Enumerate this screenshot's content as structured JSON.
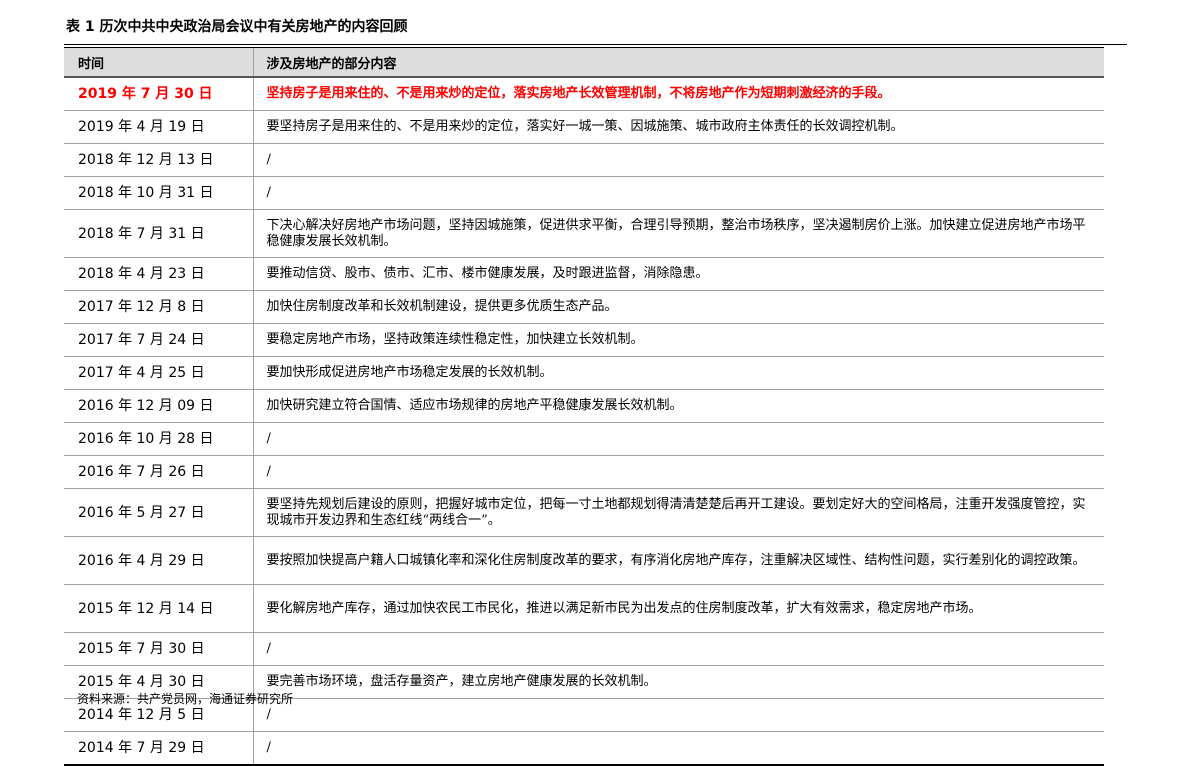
{
  "caption": "表 1 历次中共中央政治局会议中有关房地产的内容回顾",
  "table": {
    "headers": [
      "时间",
      "涉及房地产的部分内容"
    ],
    "rows": [
      {
        "date": "2019 年 7 月 30 日",
        "content": "坚持房子是用来住的、不是用来炒的定位，落实房地产长效管理机制，不将房地产作为短期刺激经济的手段。"
      },
      {
        "date": "2019 年 4 月 19 日",
        "content": "要坚持房子是用来住的、不是用来炒的定位，落实好一城一策、因城施策、城市政府主体责任的长效调控机制。"
      },
      {
        "date": "2018 年 12 月 13 日",
        "content": "/"
      },
      {
        "date": "2018 年 10 月 31 日",
        "content": "/"
      },
      {
        "date": "2018 年 7 月 31 日",
        "content": "下决心解决好房地产市场问题，坚持因城施策，促进供求平衡，合理引导预期，整治市场秩序，坚决遏制房价上涨。加快建立促进房地产市场平稳健康发展长效机制。"
      },
      {
        "date": "2018 年 4 月 23 日",
        "content": "要推动信贷、股市、债市、汇市、楼市健康发展，及时跟进监督，消除隐患。"
      },
      {
        "date": "2017 年 12 月 8 日",
        "content": "加快住房制度改革和长效机制建设，提供更多优质生态产品。"
      },
      {
        "date": "2017 年 7 月 24 日",
        "content": "要稳定房地产市场，坚持政策连续性稳定性，加快建立长效机制。"
      },
      {
        "date": "2017 年 4 月 25 日",
        "content": "要加快形成促进房地产市场稳定发展的长效机制。"
      },
      {
        "date": "2016 年 12 月 09 日",
        "content": "加快研究建立符合国情、适应市场规律的房地产平稳健康发展长效机制。"
      },
      {
        "date": "2016 年 10 月 28 日",
        "content": "/"
      },
      {
        "date": "2016 年 7 月 26 日",
        "content": "/"
      },
      {
        "date": "2016 年 5 月 27 日",
        "content": "要坚持先规划后建设的原则，把握好城市定位，把每一寸土地都规划得清清楚楚后再开工建设。要划定好大的空间格局，注重开发强度管控，实现城市开发边界和生态红线“两线合一”。"
      },
      {
        "date": "2016 年 4 月 29 日",
        "content": "要按照加快提高户籍人口城镇化率和深化住房制度改革的要求，有序消化房地产库存，注重解决区域性、结构性问题，实行差别化的调控政策。"
      },
      {
        "date": "2015 年 12 月 14 日",
        "content": "要化解房地产库存，通过加快农民工市民化，推进以满足新市民为出发点的住房制度改革，扩大有效需求，稳定房地产市场。"
      },
      {
        "date": "2015 年 7 月 30 日",
        "content": "/"
      },
      {
        "date": "2015 年 4 月 30 日",
        "content": "要完善市场环境，盘活存量资产，建立房地产健康发展的长效机制。"
      },
      {
        "date": "2014 年 12 月 5 日",
        "content": "/"
      },
      {
        "date": "2014 年 7 月 29 日",
        "content": "/"
      }
    ]
  },
  "source": "资料来源：共产党员网，海通证券研究所",
  "colors": {
    "highlight": "#ff0000",
    "header_bg": "#dddddd"
  }
}
